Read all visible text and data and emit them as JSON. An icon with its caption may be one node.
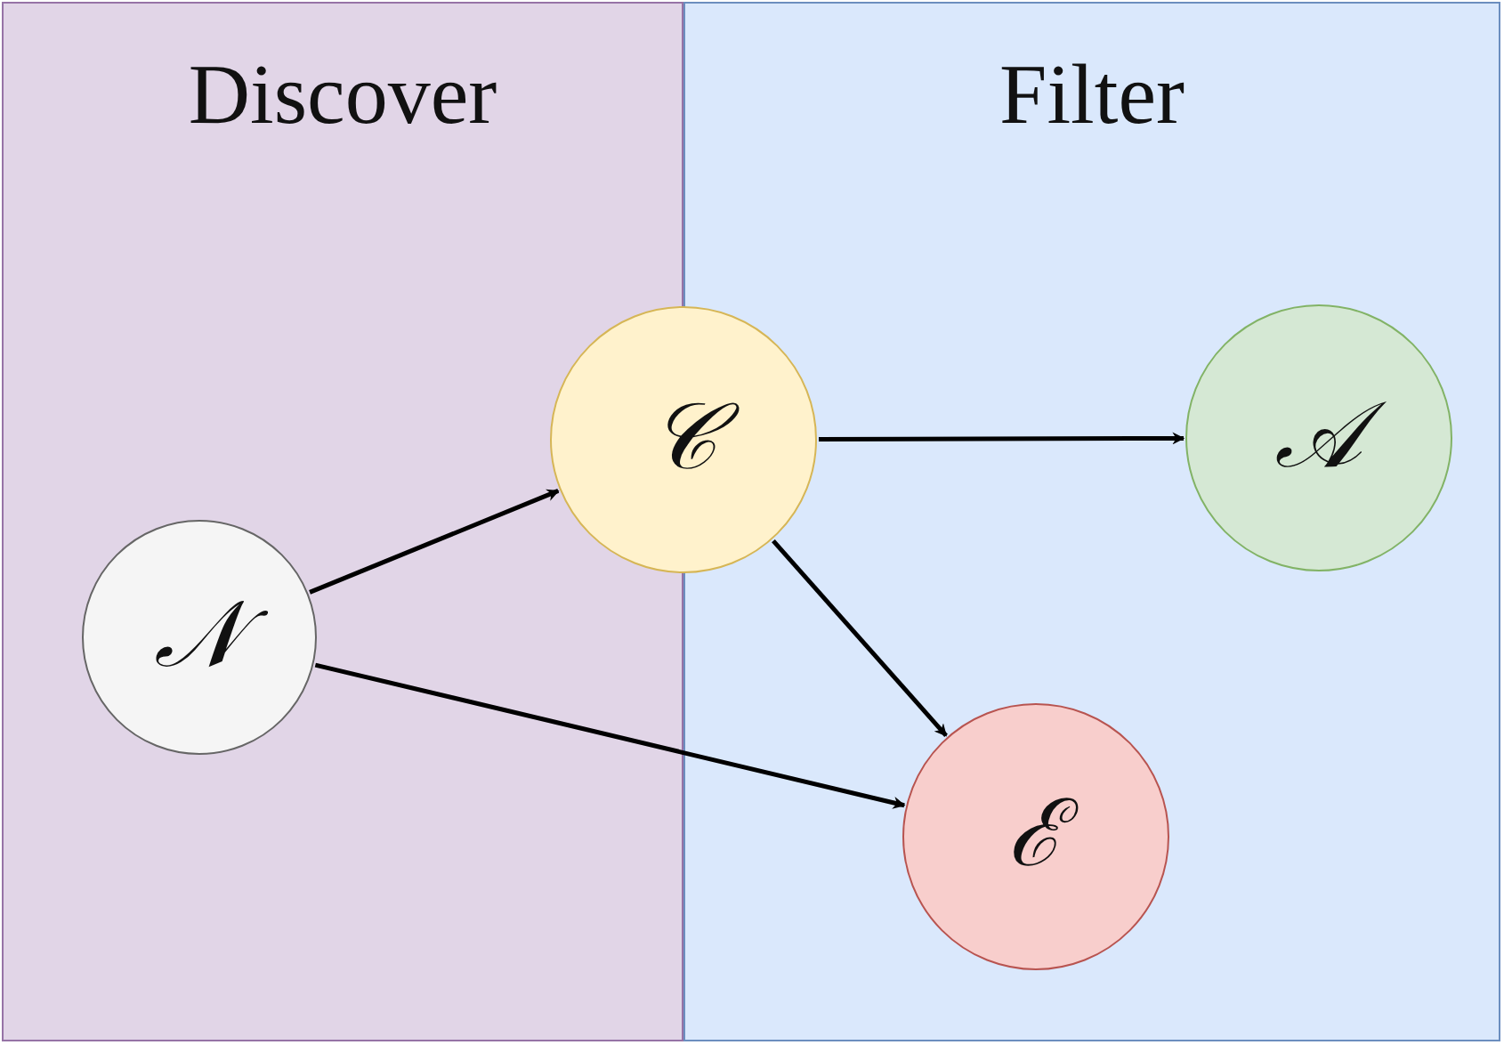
{
  "diagram": {
    "nodes": [
      {
        "text": [
          "Discover"
        ]
      },
      {
        "text": [
          "Filter"
        ]
      },
      {
        "text": [
          "𝒩"
        ],
        "in": 0
      },
      {
        "text": [
          "𝒞"
        ]
      },
      {
        "text": [
          "𝒜"
        ],
        "in": 1
      },
      {
        "text": [
          "ℰ"
        ],
        "in": 1
      }
    ],
    "edges": [
      {
        "from": 2,
        "to": 3,
        "arrow": "to"
      },
      {
        "from": 3,
        "to": 4,
        "arrow": "to"
      },
      {
        "from": 3,
        "to": 5,
        "arrow": "to"
      },
      {
        "from": 2,
        "to": 5,
        "arrow": "to"
      }
    ]
  }
}
